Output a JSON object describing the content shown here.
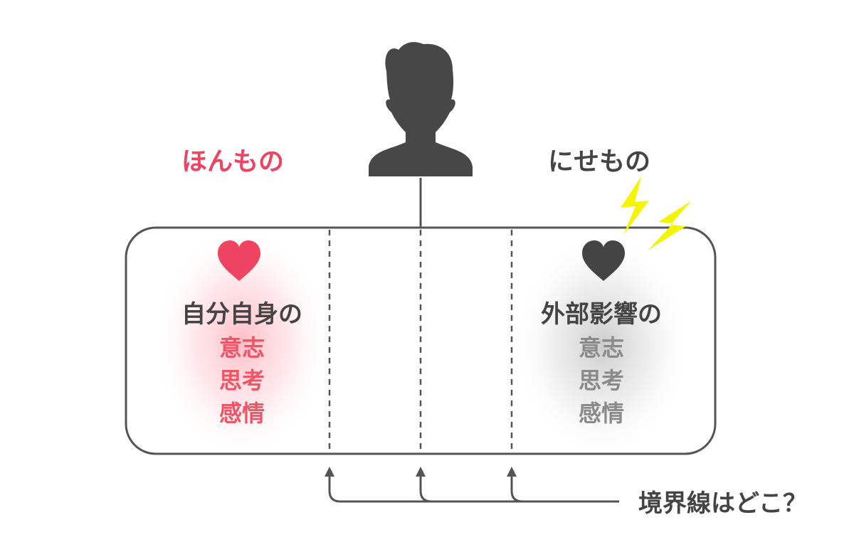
{
  "colors": {
    "real": "#ee4461",
    "real_words": "#ef5566",
    "dark": "#444444",
    "fake_words": "#8a8a8a",
    "bolt": "#f5f500",
    "line": "#555555"
  },
  "labels": {
    "real_title": "ほんもの",
    "fake_title": "にせもの",
    "question": "境界線はどこ？"
  },
  "left_column": {
    "heading": "自分自身の",
    "items": [
      "意志",
      "思考",
      "感情"
    ]
  },
  "right_column": {
    "heading": "外部影響の",
    "items": [
      "意志",
      "思考",
      "感情"
    ]
  },
  "icons": {
    "person": "person-silhouette-icon",
    "real_heart": "heart-icon",
    "fake_heart": "heart-icon",
    "bolts": "lightning-bolt-icon"
  }
}
